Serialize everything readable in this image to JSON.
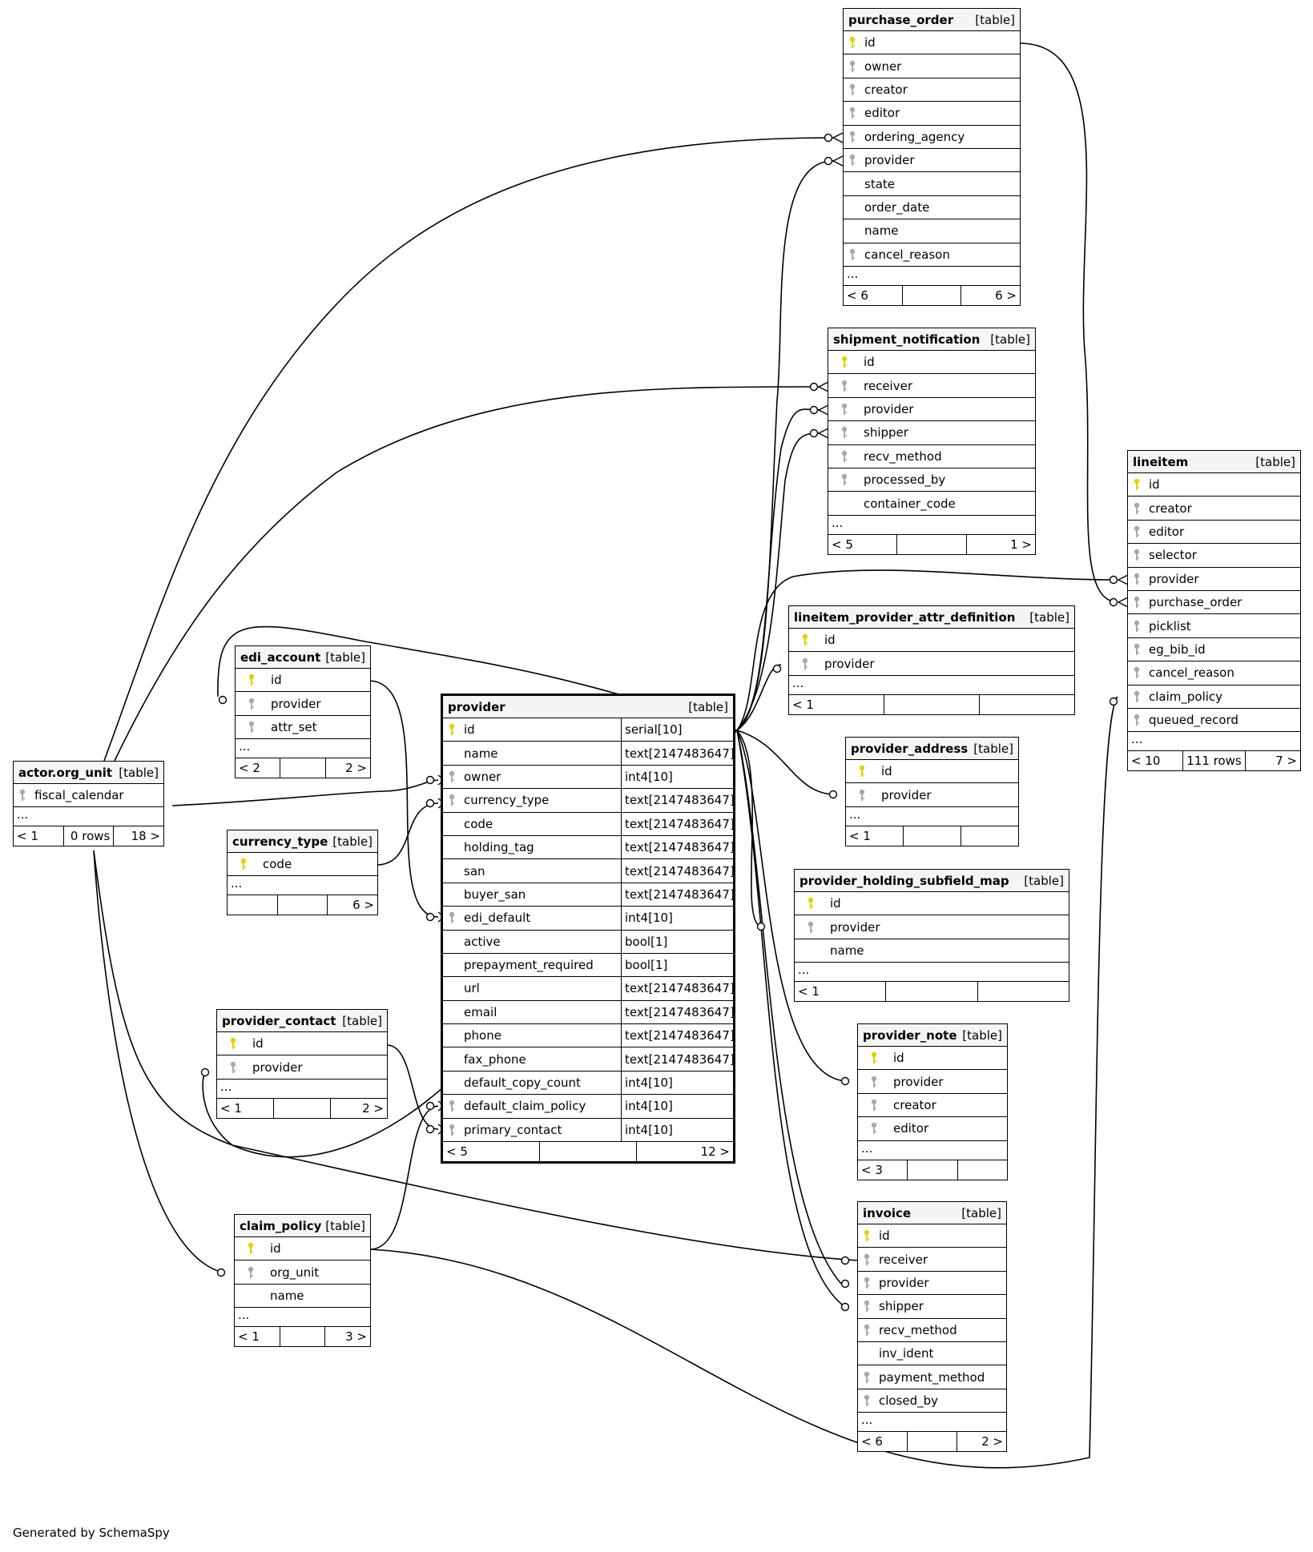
{
  "colors": {
    "pk": "#e6cf00",
    "fk": "#a9a9a9",
    "line": "#000000",
    "header_bg": "#f5f5f5"
  },
  "footer_text": "Generated by SchemaSpy",
  "tables": {
    "purchase_order": {
      "name": "purchase_order",
      "kind": "[table]",
      "columns": [
        {
          "name": "id",
          "key": "pk"
        },
        {
          "name": "owner",
          "key": "fk"
        },
        {
          "name": "creator",
          "key": "fk"
        },
        {
          "name": "editor",
          "key": "fk"
        },
        {
          "name": "ordering_agency",
          "key": "fk"
        },
        {
          "name": "provider",
          "key": "fk"
        },
        {
          "name": "state",
          "key": ""
        },
        {
          "name": "order_date",
          "key": ""
        },
        {
          "name": "name",
          "key": ""
        },
        {
          "name": "cancel_reason",
          "key": "fk"
        }
      ],
      "footer": [
        "< 6",
        "",
        "6 >"
      ]
    },
    "shipment_notification": {
      "name": "shipment_notification",
      "kind": "[table]",
      "columns": [
        {
          "name": "id",
          "key": "pk"
        },
        {
          "name": "receiver",
          "key": "fk"
        },
        {
          "name": "provider",
          "key": "fk"
        },
        {
          "name": "shipper",
          "key": "fk"
        },
        {
          "name": "recv_method",
          "key": "fk"
        },
        {
          "name": "processed_by",
          "key": "fk"
        },
        {
          "name": "container_code",
          "key": ""
        }
      ],
      "footer": [
        "< 5",
        "",
        "1 >"
      ]
    },
    "lineitem": {
      "name": "lineitem",
      "kind": "[table]",
      "columns": [
        {
          "name": "id",
          "key": "pk"
        },
        {
          "name": "creator",
          "key": "fk"
        },
        {
          "name": "editor",
          "key": "fk"
        },
        {
          "name": "selector",
          "key": "fk"
        },
        {
          "name": "provider",
          "key": "fk"
        },
        {
          "name": "purchase_order",
          "key": "fk"
        },
        {
          "name": "picklist",
          "key": "fk"
        },
        {
          "name": "eg_bib_id",
          "key": "fk"
        },
        {
          "name": "cancel_reason",
          "key": "fk"
        },
        {
          "name": "claim_policy",
          "key": "fk"
        },
        {
          "name": "queued_record",
          "key": "fk"
        }
      ],
      "footer": [
        "< 10",
        "111 rows",
        "7 >"
      ]
    },
    "lineitem_provider_attr_definition": {
      "name": "lineitem_provider_attr_definition",
      "kind": "[table]",
      "columns": [
        {
          "name": "id",
          "key": "pk"
        },
        {
          "name": "provider",
          "key": "fk"
        }
      ],
      "footer": [
        "< 1",
        "",
        ""
      ]
    },
    "provider_address": {
      "name": "provider_address",
      "kind": "[table]",
      "columns": [
        {
          "name": "id",
          "key": "pk"
        },
        {
          "name": "provider",
          "key": "fk"
        }
      ],
      "footer": [
        "< 1",
        "",
        ""
      ]
    },
    "provider_holding_subfield_map": {
      "name": "provider_holding_subfield_map",
      "kind": "[table]",
      "columns": [
        {
          "name": "id",
          "key": "pk"
        },
        {
          "name": "provider",
          "key": "fk"
        },
        {
          "name": "name",
          "key": ""
        }
      ],
      "footer": [
        "< 1",
        "",
        ""
      ]
    },
    "provider_note": {
      "name": "provider_note",
      "kind": "[table]",
      "columns": [
        {
          "name": "id",
          "key": "pk"
        },
        {
          "name": "provider",
          "key": "fk"
        },
        {
          "name": "creator",
          "key": "fk"
        },
        {
          "name": "editor",
          "key": "fk"
        }
      ],
      "footer": [
        "< 3",
        "",
        ""
      ]
    },
    "invoice": {
      "name": "invoice",
      "kind": "[table]",
      "columns": [
        {
          "name": "id",
          "key": "pk"
        },
        {
          "name": "receiver",
          "key": "fk"
        },
        {
          "name": "provider",
          "key": "fk"
        },
        {
          "name": "shipper",
          "key": "fk"
        },
        {
          "name": "recv_method",
          "key": "fk"
        },
        {
          "name": "inv_ident",
          "key": ""
        },
        {
          "name": "payment_method",
          "key": "fk"
        },
        {
          "name": "closed_by",
          "key": "fk"
        }
      ],
      "footer": [
        "< 6",
        "",
        "2 >"
      ]
    },
    "provider": {
      "name": "provider",
      "kind": "[table]",
      "columns": [
        {
          "name": "id",
          "key": "pk",
          "type": "serial[10]"
        },
        {
          "name": "name",
          "key": "",
          "type": "text[2147483647]"
        },
        {
          "name": "owner",
          "key": "fk",
          "type": "int4[10]"
        },
        {
          "name": "currency_type",
          "key": "fk",
          "type": "text[2147483647]"
        },
        {
          "name": "code",
          "key": "",
          "type": "text[2147483647]"
        },
        {
          "name": "holding_tag",
          "key": "",
          "type": "text[2147483647]"
        },
        {
          "name": "san",
          "key": "",
          "type": "text[2147483647]"
        },
        {
          "name": "buyer_san",
          "key": "",
          "type": "text[2147483647]"
        },
        {
          "name": "edi_default",
          "key": "fk",
          "type": "int4[10]"
        },
        {
          "name": "active",
          "key": "",
          "type": "bool[1]"
        },
        {
          "name": "prepayment_required",
          "key": "",
          "type": "bool[1]"
        },
        {
          "name": "url",
          "key": "",
          "type": "text[2147483647]"
        },
        {
          "name": "email",
          "key": "",
          "type": "text[2147483647]"
        },
        {
          "name": "phone",
          "key": "",
          "type": "text[2147483647]"
        },
        {
          "name": "fax_phone",
          "key": "",
          "type": "text[2147483647]"
        },
        {
          "name": "default_copy_count",
          "key": "",
          "type": "int4[10]"
        },
        {
          "name": "default_claim_policy",
          "key": "fk",
          "type": "int4[10]"
        },
        {
          "name": "primary_contact",
          "key": "fk",
          "type": "int4[10]"
        }
      ],
      "footer": [
        "< 5",
        "",
        "12 >"
      ]
    },
    "edi_account": {
      "name": "edi_account",
      "kind": "[table]",
      "columns": [
        {
          "name": "id",
          "key": "pk"
        },
        {
          "name": "provider",
          "key": "fk"
        },
        {
          "name": "attr_set",
          "key": "fk"
        }
      ],
      "footer": [
        "< 2",
        "",
        "2 >"
      ]
    },
    "actor_org_unit": {
      "name": "actor.org_unit",
      "kind": "[table]",
      "columns": [
        {
          "name": "fiscal_calendar",
          "key": "fk"
        }
      ],
      "footer": [
        "< 1",
        "0 rows",
        "18 >"
      ]
    },
    "currency_type": {
      "name": "currency_type",
      "kind": "[table]",
      "columns": [
        {
          "name": "code",
          "key": "pk"
        }
      ],
      "footer": [
        "",
        "",
        "6 >"
      ]
    },
    "provider_contact": {
      "name": "provider_contact",
      "kind": "[table]",
      "columns": [
        {
          "name": "id",
          "key": "pk"
        },
        {
          "name": "provider",
          "key": "fk"
        }
      ],
      "footer": [
        "< 1",
        "",
        "2 >"
      ]
    },
    "claim_policy": {
      "name": "claim_policy",
      "kind": "[table]",
      "columns": [
        {
          "name": "id",
          "key": "pk"
        },
        {
          "name": "org_unit",
          "key": "fk"
        },
        {
          "name": "name",
          "key": ""
        }
      ],
      "footer": [
        "< 1",
        "",
        "3 >"
      ]
    }
  }
}
